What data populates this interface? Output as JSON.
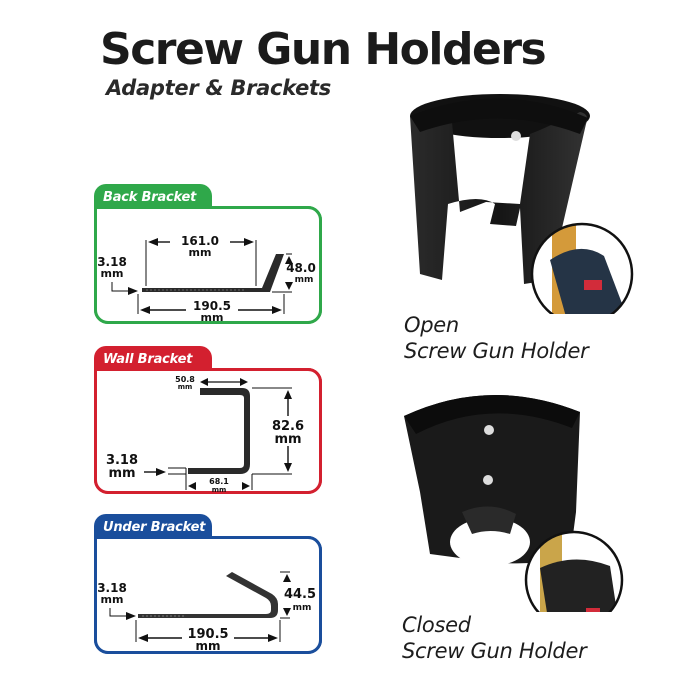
{
  "header": {
    "title": "Screw Gun Holders",
    "subtitle": "Adapter & Brackets"
  },
  "brackets": [
    {
      "name": "Back Bracket",
      "color": "#2fa84a",
      "dimensions": {
        "thickness": "3.18",
        "thickness_unit": "mm",
        "inner_length": "161.0",
        "inner_length_unit": "mm",
        "height": "48.0",
        "height_unit": "mm",
        "overall_length": "190.5",
        "overall_length_unit": "mm"
      }
    },
    {
      "name": "Wall Bracket",
      "color": "#d3202f",
      "dimensions": {
        "top_width": "50.8",
        "top_width_unit": "mm",
        "height": "82.6",
        "height_unit": "mm",
        "thickness": "3.18",
        "thickness_unit": "mm",
        "bottom_width": "68.1",
        "bottom_width_unit": "mm"
      }
    },
    {
      "name": "Under Bracket",
      "color": "#1a4e9c",
      "dimensions": {
        "thickness": "3.18",
        "thickness_unit": "mm",
        "height": "44.5",
        "height_unit": "mm",
        "overall_length": "190.5",
        "overall_length_unit": "mm"
      }
    }
  ],
  "products": [
    {
      "caption_line1": "Open",
      "caption_line2": "Screw Gun Holder"
    },
    {
      "caption_line1": "Closed",
      "caption_line2": "Screw Gun Holder"
    }
  ]
}
